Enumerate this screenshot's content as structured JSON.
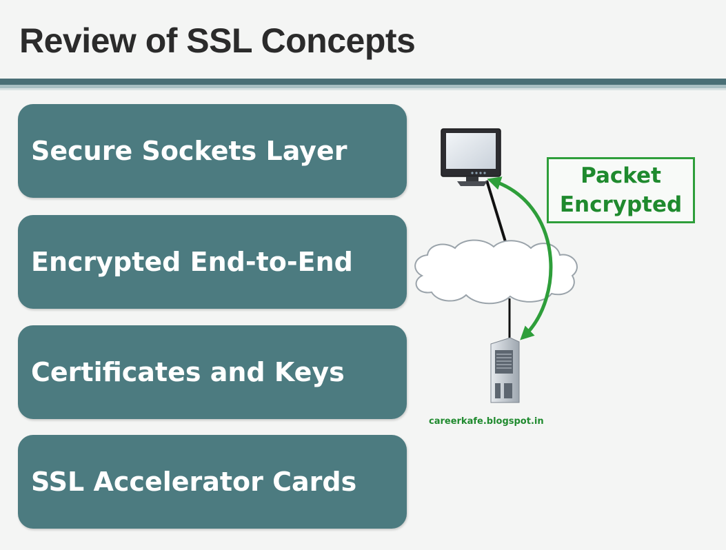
{
  "slide": {
    "title": "Review of SSL Concepts",
    "concepts": [
      "Secure Sockets Layer",
      "Encrypted End-to-End",
      "Certificates and Keys",
      "SSL Accelerator Cards"
    ]
  },
  "diagram": {
    "nodes": [
      "monitor-icon",
      "cloud-icon",
      "server-icon"
    ],
    "annotation": [
      "Packet",
      "Encrypted"
    ],
    "arrow_color": "#2e9e3a"
  },
  "credit": "careerkafe.blogspot.in",
  "colors": {
    "title": "#2b2b2b",
    "concept_box": "#4c7b80",
    "rule": "#4a6f76",
    "accent_green": "#1f8a2e"
  }
}
